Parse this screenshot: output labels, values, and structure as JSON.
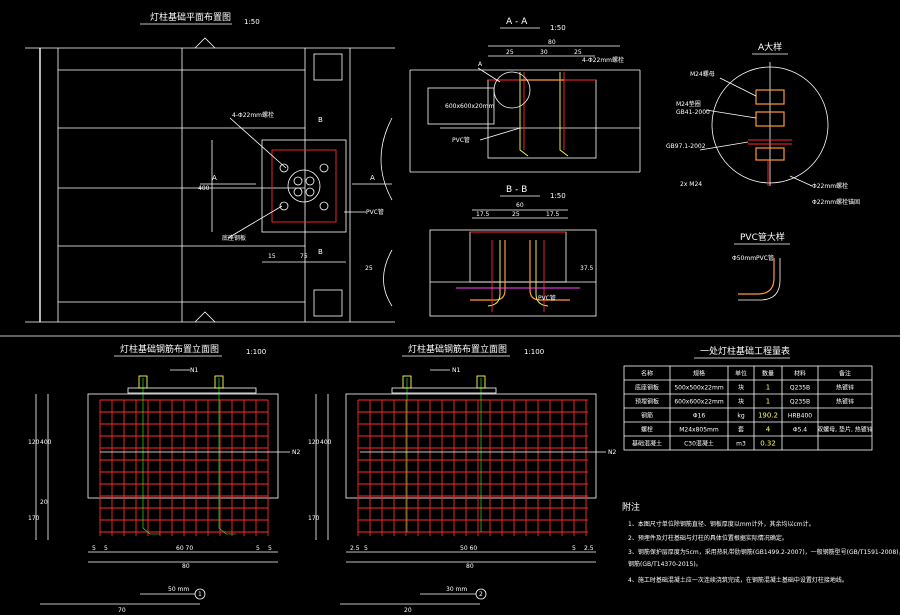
{
  "titles": {
    "plan": "灯柱基础平面布置图",
    "plan_scale": "1:50",
    "section_aa": "A - A",
    "section_aa_scale": "1:50",
    "section_bb": "B - B",
    "section_bb_scale": "1:50",
    "detail_a": "A大样",
    "pvc_detail": "PVC管大样",
    "rebar_left": "灯柱基础钢筋布置立面图",
    "rebar_left_scale": "1:100",
    "rebar_right": "灯柱基础钢筋布置立面图",
    "rebar_right_scale": "1:100",
    "table_title": "一处灯柱基础工程量表"
  },
  "plan_labels": {
    "cut_a_left": "A",
    "cut_a_right": "A",
    "cut_b_top": "B",
    "cut_b_bottom": "B",
    "bolt_note": "4-Φ22mm螺栓",
    "plate_note": "底座钢板",
    "pvc_note": "PVC管",
    "dim_400": "400",
    "dim_75": "75",
    "dim_15": "15",
    "dim_25": "25"
  },
  "aa_labels": {
    "dims_top": [
      "25",
      "30",
      "25"
    ],
    "dim_80": "80",
    "note_1": "4-Φ22mm螺栓",
    "note_2": "PVC管",
    "note_3": "600x600x20mm",
    "mark_a": "A"
  },
  "bb_labels": {
    "dims_top": [
      "17.5",
      "25",
      "17.5"
    ],
    "dim_60": "60",
    "dim_right": "37.5",
    "note": "PVC管"
  },
  "detail_labels": {
    "n1": "M24螺母",
    "n2": "M24垫圈",
    "n3": "GB97.1-2002",
    "n4": "GB41-2000",
    "n5": "2x M24",
    "n6": "Φ22mm螺栓",
    "n7": "Φ22mm螺栓锚固"
  },
  "pvc_labels": {
    "n1": "Φ50mmPVC管"
  },
  "rebar_left_labels": {
    "n1": "N1",
    "n2": "N2",
    "dims_left": [
      "120",
      "400",
      "20",
      "170"
    ],
    "dims_bottom": [
      "5",
      "5",
      "60 70",
      "5",
      "5"
    ],
    "overall": "80",
    "detail": "50 mm",
    "detail_no": "1",
    "bottom_dim": "70"
  },
  "rebar_right_labels": {
    "n1": "N1",
    "n2": "N2",
    "dims_left": [
      "120",
      "400",
      "170"
    ],
    "dims_bottom": [
      "2.5",
      "5",
      "50 60",
      "5",
      "2.5"
    ],
    "overall": "80",
    "detail": "30 mm",
    "detail_no": "2",
    "bottom_dim": "20"
  },
  "table": {
    "headers": [
      "名称",
      "规格",
      "单位",
      "数量",
      "材料",
      "备注"
    ],
    "rows": [
      [
        "底座钢板",
        "500x500x22mm",
        "块",
        "1",
        "Q235B",
        "热镀锌"
      ],
      [
        "预埋钢板",
        "600x600x22mm",
        "块",
        "1",
        "Q235B",
        "热镀锌"
      ],
      [
        "钢筋",
        "Φ16",
        "kg",
        "190.2",
        "HRB400",
        ""
      ],
      [
        "螺栓",
        "M24x805mm",
        "套",
        "4",
        "Φ5.4",
        "双螺母, 垫片, 热镀锌"
      ],
      [
        "基础混凝土",
        "C30混凝土",
        "m3",
        "0.32",
        "",
        ""
      ]
    ],
    "highlight_col": 3
  },
  "notes": {
    "title": "附注",
    "items": [
      "1、本图尺寸单位除钢筋直径、钢板厚度以mm计外，其余均以cm计。",
      "2、预埋件及灯柱基础与灯柱的具体位置根据实际情况确定。",
      "3、钢筋保护层厚度为5cm，采用热轧带肋钢筋(GB1499.2-2007)，一般钢筋型号(GB/T1591-2008)，",
      "   钢筋(GB/T14370-2015)。",
      "4、施工时基础混凝土应一次连续浇筑完成，在钢筋混凝土基础中设置灯柱接地线。"
    ]
  }
}
